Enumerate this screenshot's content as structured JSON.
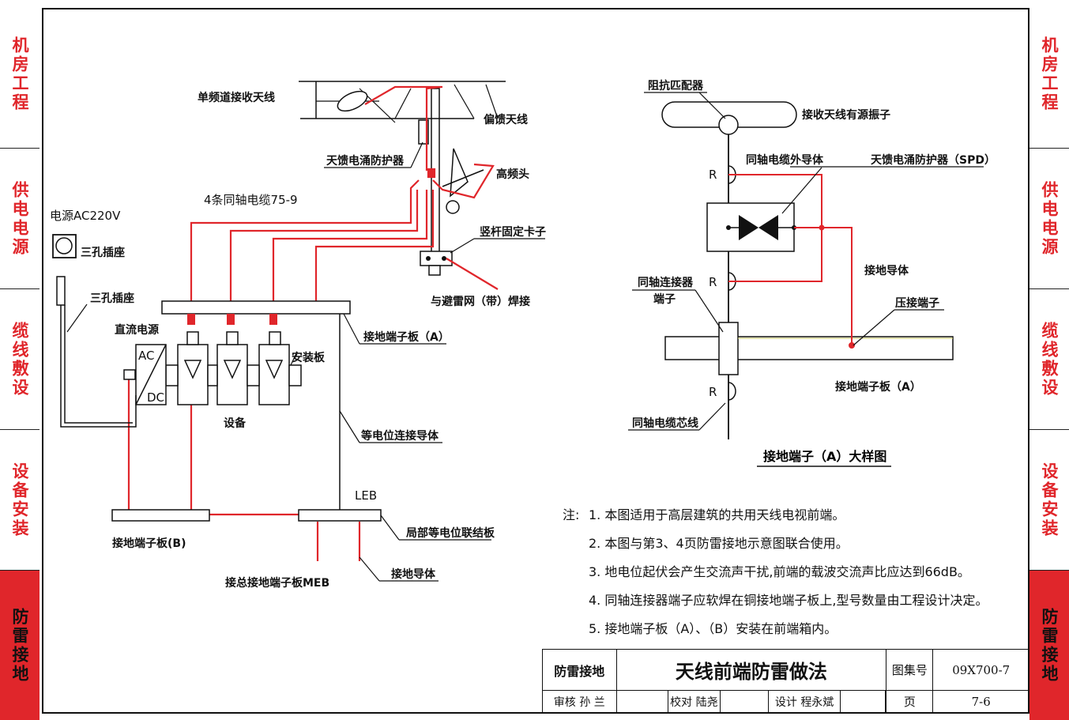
{
  "side_tabs": [
    {
      "label": "机房工程",
      "active": false
    },
    {
      "label": "供电电源",
      "active": false
    },
    {
      "label": "缆线敷设",
      "active": false
    },
    {
      "label": "设备安装",
      "active": false
    },
    {
      "label": "防雷接地",
      "active": true
    }
  ],
  "left_diagram": {
    "antenna_single": "单频道接收天线",
    "antenna_offset": "偏馈天线",
    "spd": "天馈电涌防护器",
    "lnb": "高频头",
    "coax": "4条同轴电缆75-9",
    "power": "电源AC220V",
    "socket1": "三孔插座",
    "socket2": "三孔插座",
    "clamp": "竖杆固定卡子",
    "weld": "与避雷网（带）焊接",
    "dc_power": "直流电源",
    "ac": "AC",
    "dc": "DC",
    "mount_plate": "安装板",
    "terminal_a": "接地端子板（A）",
    "device": "设备",
    "bond_conductor": "等电位连接导体",
    "leb": "LEB",
    "leb_desc": "局部等电位联结板",
    "terminal_b": "接地端子板(B)",
    "meb": "接总接地端子板MEB",
    "ground_conductor": "接地导体"
  },
  "right_diagram": {
    "matcher": "阻抗匹配器",
    "dipole": "接收天线有源振子",
    "outer_conductor": "同轴电缆外导体",
    "spd": "天馈电涌防护器（SPD）",
    "r": "R",
    "ground_conductor": "接地导体",
    "connector": "同轴连接器",
    "connector2": "端子",
    "crimp": "压接端子",
    "terminal_a": "接地端子板（A）",
    "core": "同轴电缆芯线",
    "caption": "接地端子（A）大样图"
  },
  "notes": {
    "prefix": "注:",
    "items": [
      "1.  本图适用于高层建筑的共用天线电视前端。",
      "2.  本图与第3、4页防雷接地示意图联合使用。",
      "3.  地电位起伏会产生交流声干扰,前端的载波交流声比应达到66dB。",
      "4.  同轴连接器端子应软焊在铜接地端子板上,型号数量由工程设计决定。",
      "5.  接地端子板（A）、（B）安装在前端箱内。"
    ]
  },
  "title_block": {
    "category": "防雷接地",
    "title": "天线前端防雷做法",
    "atlas_label": "图集号",
    "atlas_no": "09X700-7",
    "review": "审核",
    "reviewer": "孙 兰",
    "check": "校对",
    "checker": "陆尧",
    "design": "设计",
    "designer": "程永斌",
    "page_label": "页",
    "page_no": "7-6"
  },
  "colors": {
    "red": "#e0262b",
    "black": "#111111"
  }
}
